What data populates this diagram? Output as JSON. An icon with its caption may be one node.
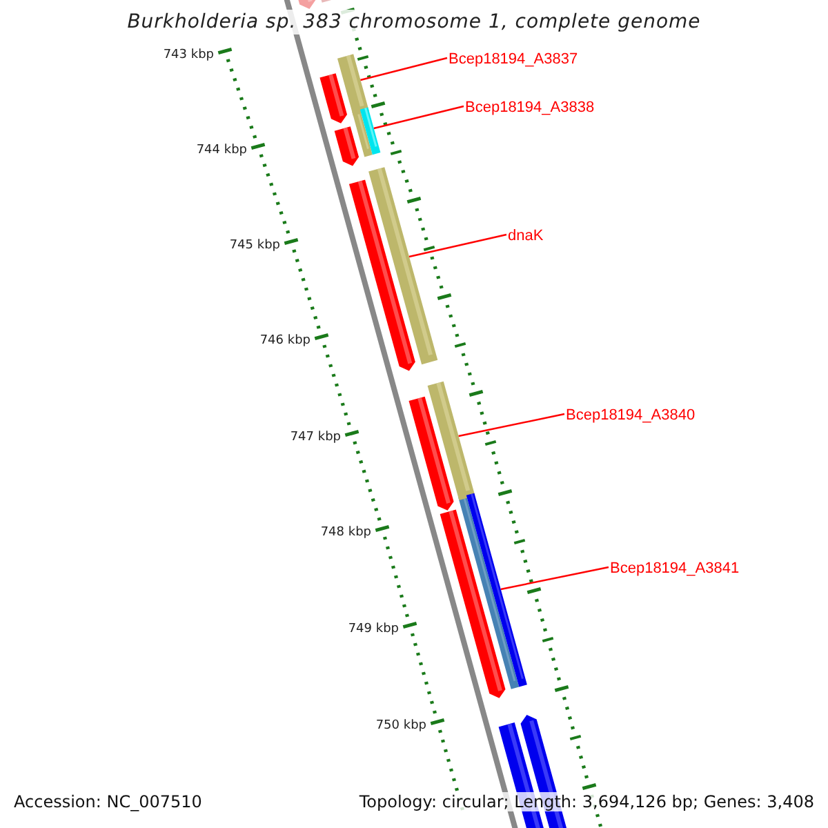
{
  "diagram": {
    "title": "Burkholderia sp. 383 chromosome 1, complete genome",
    "nodes": [
      {
        "text": [
          "Bcep18194_A3837"
        ]
      },
      {
        "text": [],
        "shape": "bar"
      },
      {
        "text": [
          "Bcep18194_A3838"
        ]
      },
      {
        "text": [],
        "shape": "bar"
      },
      {
        "text": [
          "dnaK"
        ]
      },
      {
        "text": [],
        "shape": "bar"
      },
      {
        "text": [
          "Bcep18194_A3840"
        ]
      },
      {
        "text": [],
        "shape": "bar"
      },
      {
        "text": [
          "Bcep18194_A3841"
        ]
      },
      {
        "text": [],
        "shape": "bar"
      }
    ],
    "edges": [
      {
        "from": 0,
        "to": 1,
        "arrow": "none"
      },
      {
        "from": 2,
        "to": 3,
        "arrow": "none"
      },
      {
        "from": 4,
        "to": 5,
        "arrow": "none"
      },
      {
        "from": 6,
        "to": 7,
        "arrow": "none"
      },
      {
        "from": 8,
        "to": 9,
        "arrow": "none"
      }
    ],
    "labels": [
      "743 kbp",
      "744 kbp",
      "745 kbp",
      "746 kbp",
      "747 kbp",
      "748 kbp",
      "749 kbp",
      "750 kbp",
      "Accession: NC_007510",
      "Topology: circular; Length: 3,694,126 bp; Genes: 3,408"
    ]
  }
}
